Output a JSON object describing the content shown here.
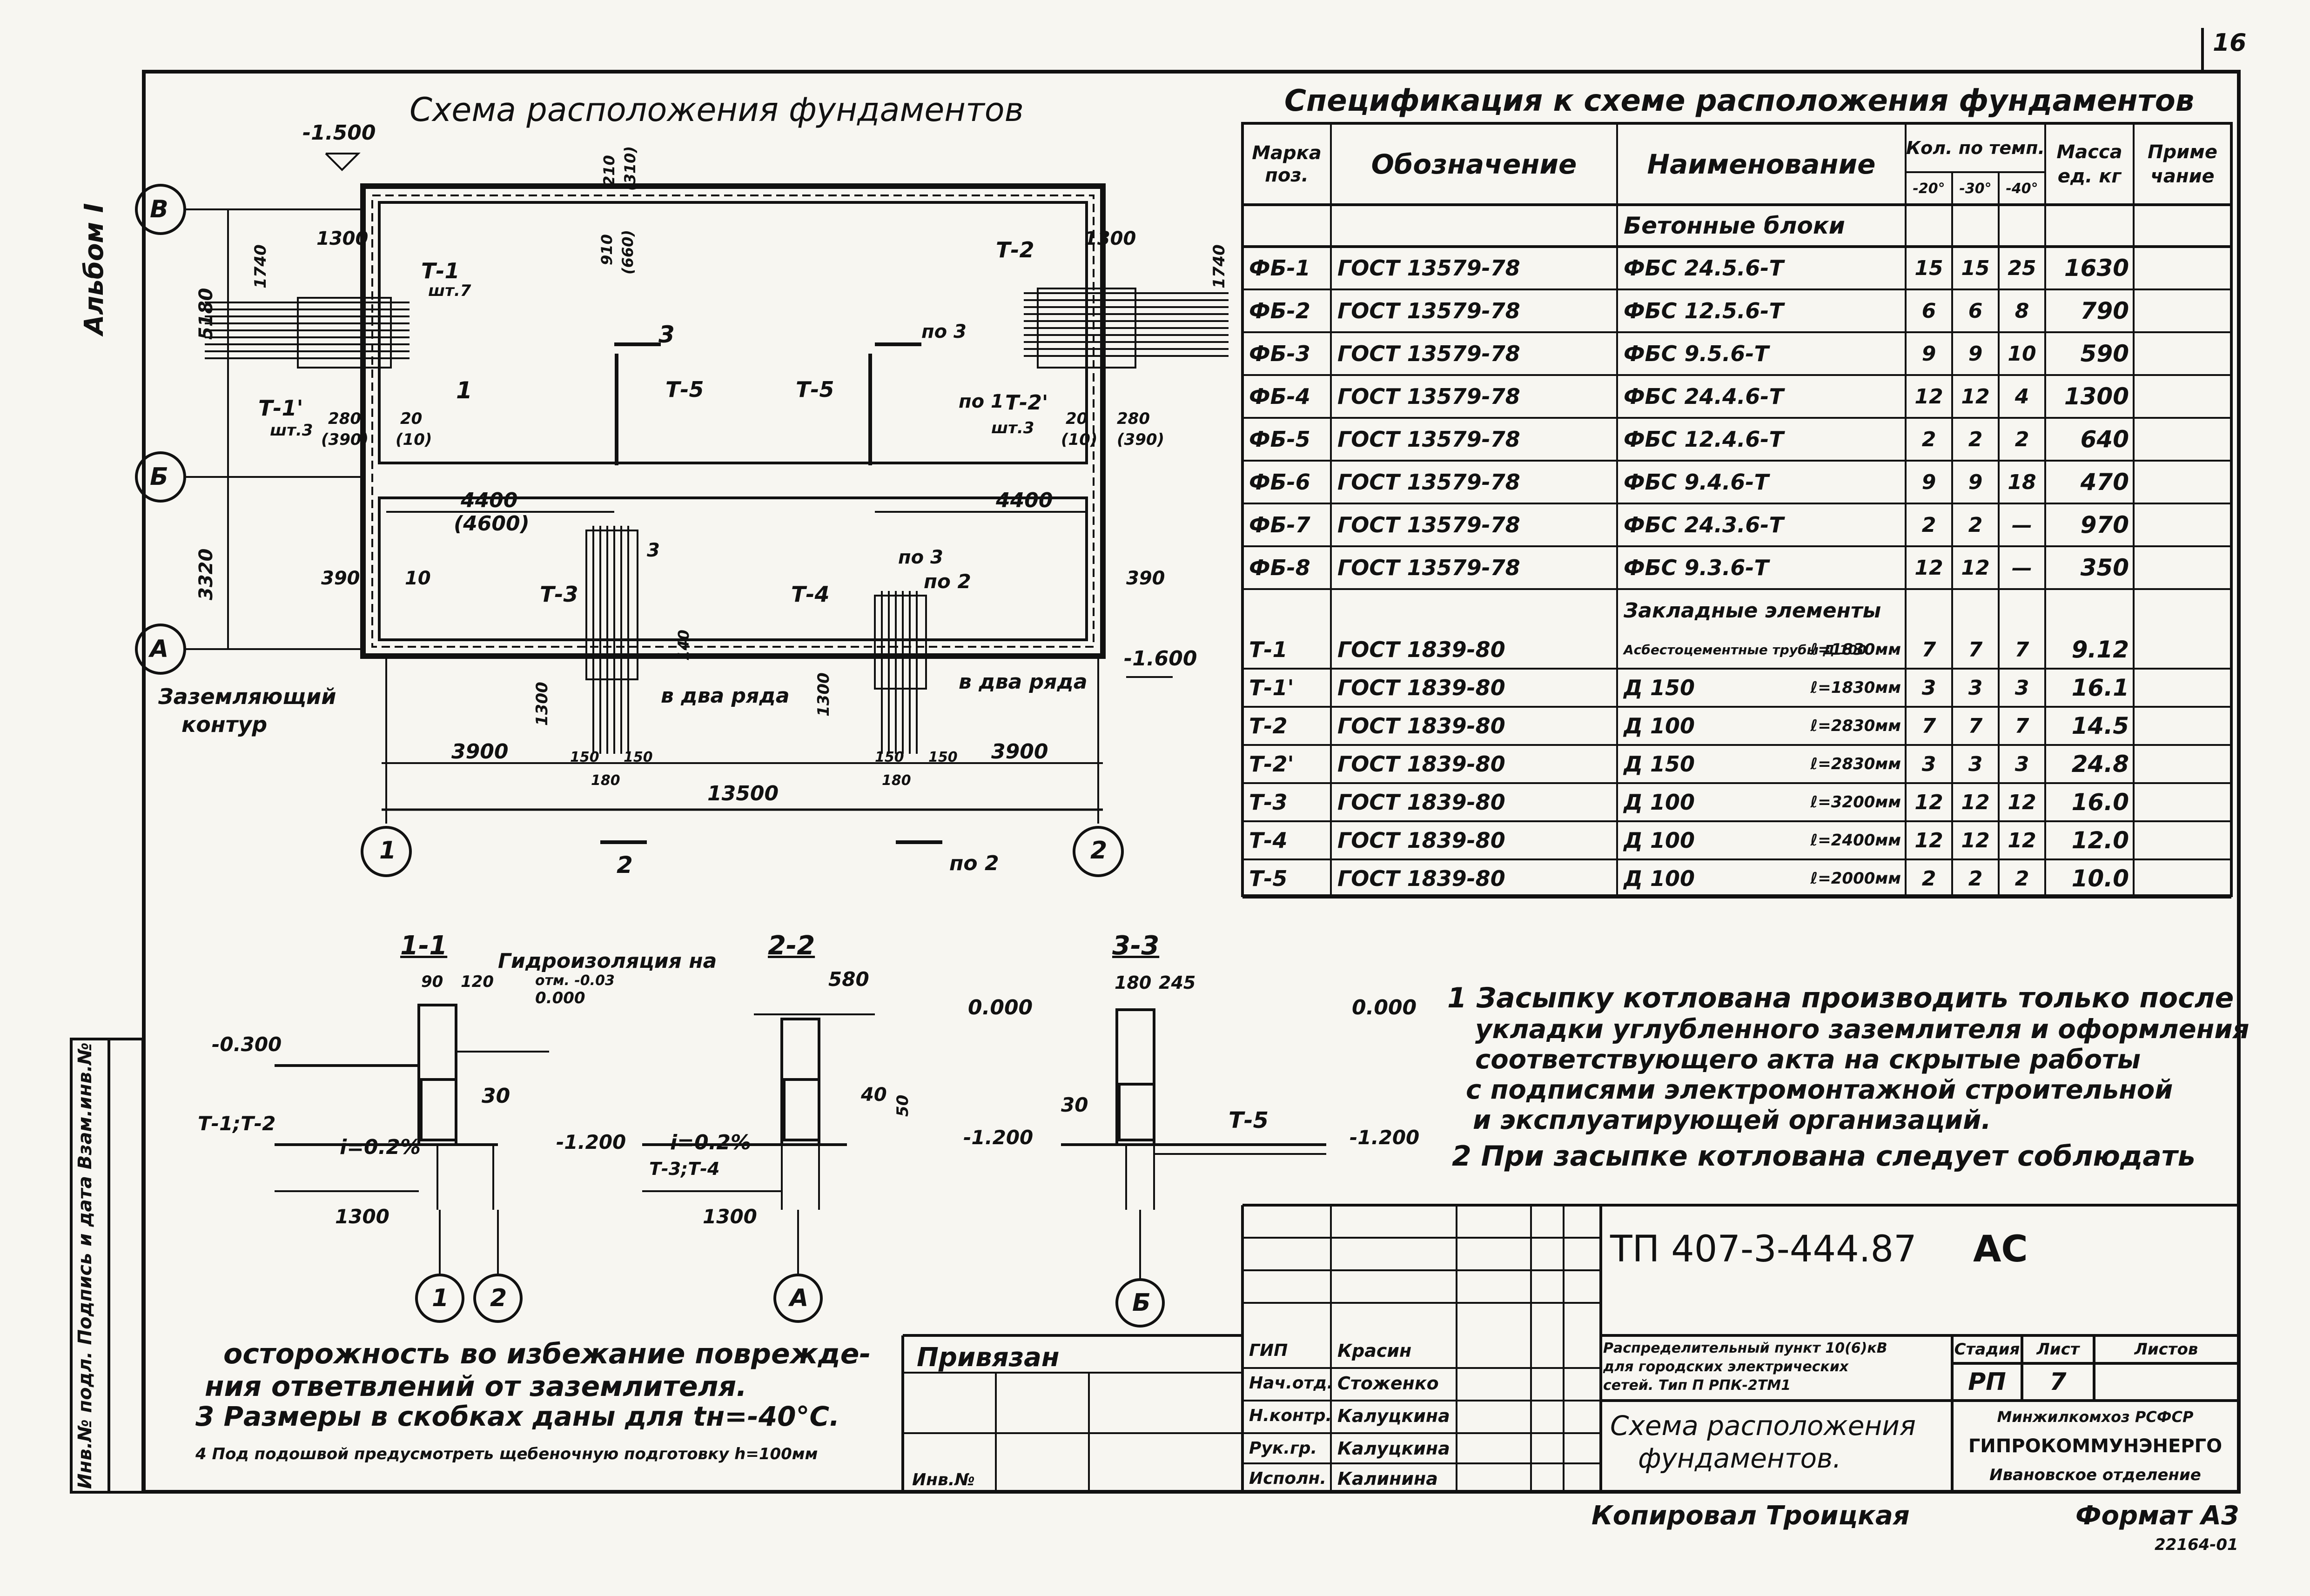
{
  "sheet": {
    "page_number": "16",
    "album": "Альбом I",
    "doc_code": "ТП 407-3-444.87",
    "doc_suffix": "АС",
    "copied": "Копировал Троицкая",
    "format": "Формат А3",
    "corner_code": "22164-01"
  },
  "plan": {
    "title": "Схема расположения фундаментов",
    "axes": [
      "В",
      "Б",
      "А",
      "1",
      "2"
    ],
    "level_top": "-1.500",
    "level_right": "-1.600",
    "ground_loop_line1": "Заземляющий",
    "ground_loop_line2": "контур",
    "dims": {
      "total": "13500",
      "left_3900": "3900",
      "right_3900": "3900",
      "span_4400_l": "4400",
      "span_4600": "(4600)",
      "span_4400_r": "4400",
      "vert_5180": "5180",
      "vert_3320": "3320",
      "d1300_l": "1300",
      "d1300_r": "1300",
      "d390_l": "390",
      "d390_r": "390",
      "d10": "10",
      "d280_l": "280",
      "d390p_l": "(390)",
      "d20_l": "20",
      "d10p_l": "(10)",
      "d280_r": "280",
      "d390p_r": "(390)",
      "d20_r": "20",
      "d10p_r": "(10)",
      "d1740_l": "1740",
      "d1740_r": "1740",
      "d210": "210",
      "d210p": "(310)",
      "d910": "910",
      "d660p": "(660)",
      "d1300_t3": "1300",
      "d1300_t4": "1300",
      "d140": "140",
      "d150_a": "150",
      "d150_b": "150",
      "d150_c": "150",
      "d150_d": "150",
      "d180_a": "180",
      "d180_b": "180"
    },
    "labels": {
      "t1": "Т-1",
      "t1_count": "шт.7",
      "t1p": "Т-1'",
      "t1p_count": "шт.3",
      "t2": "Т-2",
      "t2p": "Т-2'",
      "t2p_count": "шт.3",
      "t3": "Т-3",
      "t4": "Т-4",
      "t5a": "Т-5",
      "t5b": "Т-5",
      "two_rows_a": "в два ряда",
      "two_rows_b": "в два ряда",
      "cut1": "1",
      "cut1b": "по 1",
      "cut2": "2",
      "cut2b": "по 2",
      "cut3": "3",
      "cut3b": "по 3",
      "cut3c": "по 3",
      "cut3d": "3",
      "cut2c": "по 2"
    }
  },
  "spec": {
    "title": "Спецификация к схеме расположения фундаментов",
    "headers": {
      "mark": "Марка поз.",
      "designation": "Обозначение",
      "name": "Наименование",
      "qty": "Кол. по темп.",
      "q1": "-20°",
      "q2": "-30°",
      "q3": "-40°",
      "mass": "Масса ед. кг",
      "note": "Приме чание"
    },
    "group1": "Бетонные блоки",
    "group2": "Закладные элементы",
    "rows1": [
      [
        "ФБ-1",
        "ГОСТ 13579-78",
        "ФБС 24.5.6-Т",
        "",
        "15",
        "15",
        "25",
        "1630"
      ],
      [
        "ФБ-2",
        "ГОСТ 13579-78",
        "ФБС 12.5.6-Т",
        "",
        "6",
        "6",
        "8",
        "790"
      ],
      [
        "ФБ-3",
        "ГОСТ 13579-78",
        "ФБС 9.5.6-Т",
        "",
        "9",
        "9",
        "10",
        "590"
      ],
      [
        "ФБ-4",
        "ГОСТ 13579-78",
        "ФБС 24.4.6-Т",
        "",
        "12",
        "12",
        "4",
        "1300"
      ],
      [
        "ФБ-5",
        "ГОСТ 13579-78",
        "ФБС 12.4.6-Т",
        "",
        "2",
        "2",
        "2",
        "640"
      ],
      [
        "ФБ-6",
        "ГОСТ 13579-78",
        "ФБС 9.4.6-Т",
        "",
        "9",
        "9",
        "18",
        "470"
      ],
      [
        "ФБ-7",
        "ГОСТ 13579-78",
        "ФБС 24.3.6-Т",
        "",
        "2",
        "2",
        "—",
        "970"
      ],
      [
        "ФБ-8",
        "ГОСТ 13579-78",
        "ФБС 9.3.6-Т",
        "",
        "12",
        "12",
        "—",
        "350"
      ]
    ],
    "rows2": [
      [
        "Т-1",
        "ГОСТ 1839-80",
        "Асбестоцементные трубы Д 100",
        "ℓ=1830мм",
        "7",
        "7",
        "7",
        "9.12"
      ],
      [
        "Т-1'",
        "ГОСТ 1839-80",
        "Д 150",
        "ℓ=1830мм",
        "3",
        "3",
        "3",
        "16.1"
      ],
      [
        "Т-2",
        "ГОСТ 1839-80",
        "Д 100",
        "ℓ=2830мм",
        "7",
        "7",
        "7",
        "14.5"
      ],
      [
        "Т-2'",
        "ГОСТ 1839-80",
        "Д 150",
        "ℓ=2830мм",
        "3",
        "3",
        "3",
        "24.8"
      ],
      [
        "Т-3",
        "ГОСТ 1839-80",
        "Д 100",
        "ℓ=3200мм",
        "12",
        "12",
        "12",
        "16.0"
      ],
      [
        "Т-4",
        "ГОСТ 1839-80",
        "Д 100",
        "ℓ=2400мм",
        "12",
        "12",
        "12",
        "12.0"
      ],
      [
        "Т-5",
        "ГОСТ 1839-80",
        "Д 100",
        "ℓ=2000мм",
        "2",
        "2",
        "2",
        "10.0"
      ]
    ]
  },
  "sections": {
    "s1": {
      "title": "1-1",
      "hydro": "Гидроизоляция на",
      "hydro2": "отм. -0.03",
      "level0": "0.000",
      "lvl_a": "-0.300",
      "lvl_b": "-1.200",
      "slope": "i=0.2%",
      "marks": "Т-1;Т-2",
      "dim": "1300",
      "d90": "90",
      "d120": "120",
      "d30": "30",
      "axis1": "1",
      "axis2": "2"
    },
    "s2": {
      "title": "2-2",
      "d580": "580",
      "level0": "0.000",
      "lvl_b": "-1.200",
      "slope": "i=0.2%",
      "marks": "Т-3;Т-4",
      "dim": "1300",
      "d40": "40",
      "d50": "50",
      "axis": "А"
    },
    "s3": {
      "title": "3-3",
      "d180": "180",
      "d245": "245",
      "level0": "0.000",
      "lvl_b": "-1.200",
      "t5": "Т-5",
      "d30": "30",
      "axis": "Б"
    }
  },
  "notes": {
    "n1a": "1 Засыпку котлована производить только после",
    "n1b": "укладки углубленного заземлителя и оформления",
    "n1c": "соответствующего акта на скрытые работы",
    "n1d": "с подписями электромонтажной строительной",
    "n1e": "и эксплуатирующей организаций.",
    "n2a": "2 При засыпке котлована следует соблюдать",
    "n2b": "осторожность во избежание поврежде-",
    "n2c": "ния ответвлений от заземлителя.",
    "n3": "3 Размеры в скобках даны для tн=-40°С.",
    "n4": "4 Под подошвой предусмотреть щебеночную подготовку h=100мм"
  },
  "titleblock": {
    "privyazan": "Привязан",
    "inv": "Инв.№",
    "roles": [
      "ГИП",
      "Нач.отд.",
      "Н.контр.",
      "Рук.гр.",
      "Исполн."
    ],
    "people": [
      "Красин",
      "Стоженко",
      "Калуцкина",
      "Калуцкина",
      "Калинина"
    ],
    "project_desc_1": "Распределительный пункт 10(6)кВ",
    "project_desc_2": "для городских электрических",
    "project_desc_3": "сетей. Тип П РПК-2ТМ1",
    "sheet_title_1": "Схема расположения",
    "sheet_title_2": "фундаментов.",
    "stage_h": "Стадия",
    "sheet_h": "Лист",
    "sheets_h": "Листов",
    "stage": "РП",
    "sheet": "7",
    "org1": "Минжилкомхоз РСФСР",
    "org2": "ГИПРОКОММУНЭНЕРГО",
    "org3": "Ивановское отделение",
    "side_stamp": "Инв.№ подл. Подпись и дата Взам.инв.№"
  }
}
